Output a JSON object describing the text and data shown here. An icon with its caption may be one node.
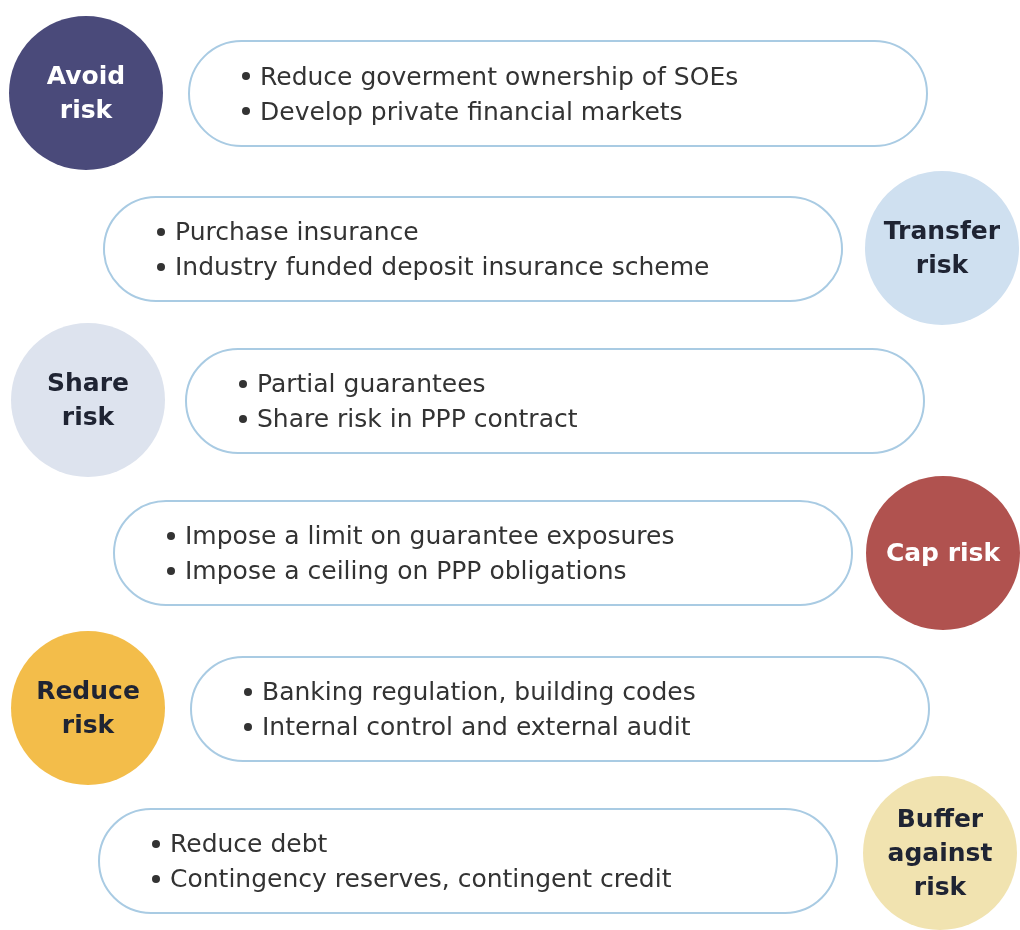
{
  "diagram": {
    "nodes": [
      {
        "text": [
          "Avoid risk"
        ]
      },
      {
        "text": [
          "Reduce goverment ownership of SOEs",
          "Develop private financial markets"
        ]
      },
      {
        "text": [
          "Purchase insurance",
          "Industry funded deposit insurance scheme"
        ]
      },
      {
        "text": [
          "Transfer risk"
        ]
      },
      {
        "text": [
          "Share risk"
        ]
      },
      {
        "text": [
          "Partial guarantees",
          "Share risk in PPP contract"
        ]
      },
      {
        "text": [
          "Impose a limit on guarantee exposures",
          "Impose a ceiling on PPP obligations"
        ]
      },
      {
        "text": [
          "Cap risk"
        ]
      },
      {
        "text": [
          "Reduce risk"
        ]
      },
      {
        "text": [
          "Banking regulation, building codes",
          "Internal control and external audit"
        ]
      },
      {
        "text": [
          "Reduce debt",
          "Contingency reserves, contingent credit"
        ]
      },
      {
        "text": [
          "Buffer against risk"
        ]
      }
    ]
  }
}
